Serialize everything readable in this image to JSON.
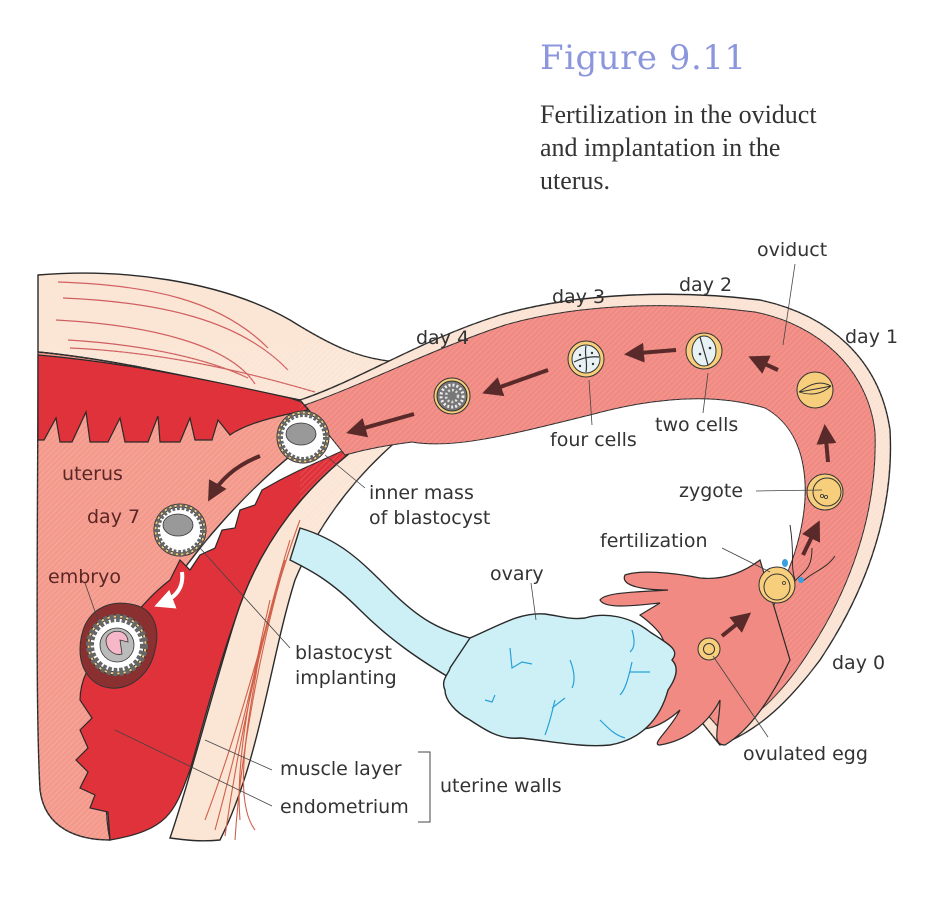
{
  "figure": {
    "title": "Figure 9.11",
    "caption_lines": [
      "Fertilization in the oviduct",
      "and implantation in the",
      "uterus."
    ]
  },
  "labels": {
    "oviduct": "oviduct",
    "day1": "day 1",
    "day2": "day 2",
    "day3": "day 3",
    "day4": "day 4",
    "day7": "day 7",
    "day0": "day 0",
    "two_cells": "two cells",
    "four_cells": "four cells",
    "zygote": "zygote",
    "fertilization": "fertilization",
    "ovary": "ovary",
    "ovulated_egg": "ovulated egg",
    "uterus": "uterus",
    "inner_mass_line1": "inner mass",
    "inner_mass_line2": "of blastocyst",
    "embryo": "embryo",
    "blastocyst_line1": "blastocyst",
    "blastocyst_line2": "implanting",
    "muscle_layer": "muscle layer",
    "endometrium": "endometrium",
    "uterine_walls": "uterine walls"
  },
  "colors": {
    "title": "#8c96dc",
    "oviduct_lumen": "#f08a82",
    "oviduct_wall": "#fbe3d4",
    "endometrium": "#e0323a",
    "uterus_body": "#f49a8c",
    "muscle": "#fbe6d6",
    "ovary": "#cdf0f7",
    "egg": "#f7cf7c",
    "arrow": "#5a2a2a"
  }
}
